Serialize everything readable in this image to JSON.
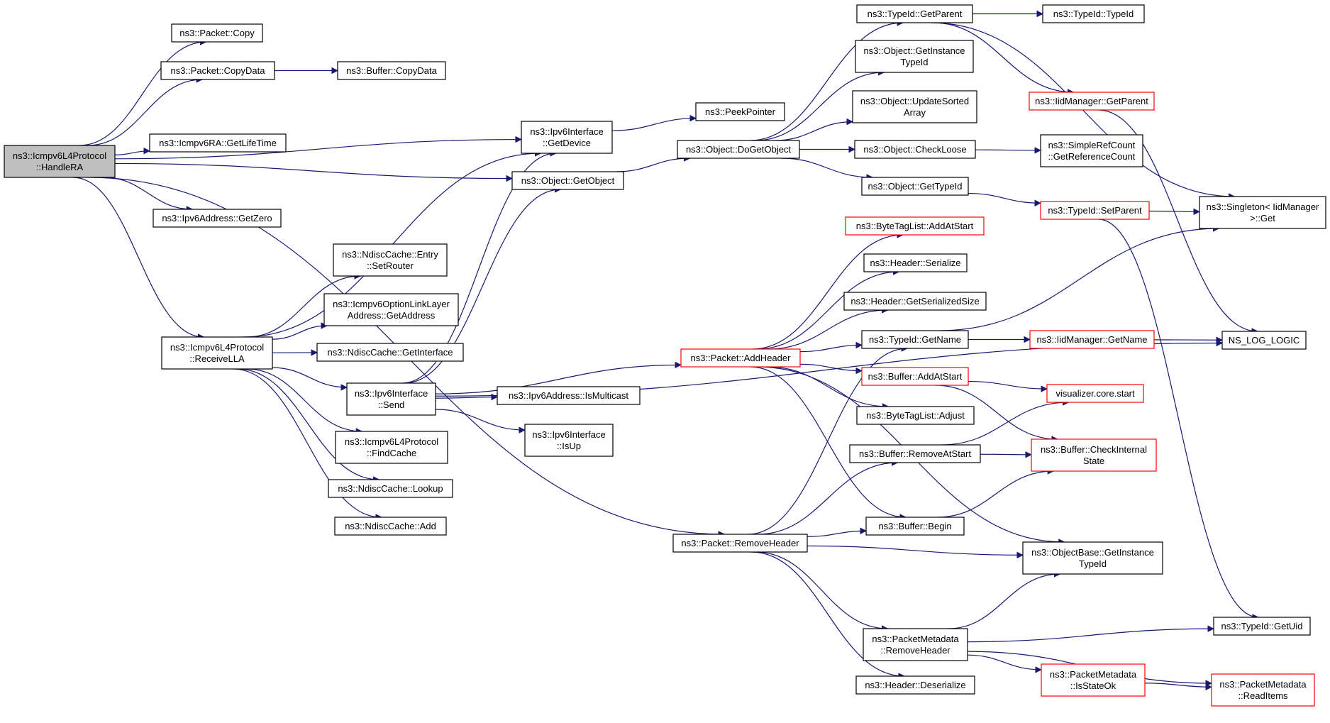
{
  "colors": {
    "edge": "#191970",
    "box_default": "#000000",
    "box_incomplete": "#ff0000",
    "root_fill": "#bfbfbf"
  },
  "nodes": {
    "handlera": {
      "lines": [
        "ns3::Icmpv6L4Protocol",
        "::HandleRA"
      ],
      "style": "root"
    },
    "pcopy": {
      "lines": [
        "ns3::Packet::Copy"
      ],
      "style": "normal"
    },
    "pcopydata": {
      "lines": [
        "ns3::Packet::CopyData"
      ],
      "style": "normal"
    },
    "bcopydata": {
      "lines": [
        "ns3::Buffer::CopyData"
      ],
      "style": "normal"
    },
    "ragetlt": {
      "lines": [
        "ns3::Icmpv6RA::GetLifeTime"
      ],
      "style": "normal"
    },
    "ip6getzero": {
      "lines": [
        "ns3::Ipv6Address::GetZero"
      ],
      "style": "normal"
    },
    "receivella": {
      "lines": [
        "ns3::Icmpv6L4Protocol",
        "::ReceiveLLA"
      ],
      "style": "normal"
    },
    "setrouter": {
      "lines": [
        "ns3::NdiscCache::Entry",
        "::SetRouter"
      ],
      "style": "normal"
    },
    "optgetaddr": {
      "lines": [
        "ns3::Icmpv6OptionLinkLayer",
        "Address::GetAddress"
      ],
      "style": "normal"
    },
    "ndgetif": {
      "lines": [
        "ns3::NdiscCache::GetInterface"
      ],
      "style": "normal"
    },
    "ifsend": {
      "lines": [
        "ns3::Ipv6Interface",
        "::Send"
      ],
      "style": "normal"
    },
    "findcache": {
      "lines": [
        "ns3::Icmpv6L4Protocol",
        "::FindCache"
      ],
      "style": "normal"
    },
    "ndlookup": {
      "lines": [
        "ns3::NdiscCache::Lookup"
      ],
      "style": "normal"
    },
    "ndadd": {
      "lines": [
        "ns3::NdiscCache::Add"
      ],
      "style": "normal"
    },
    "ifgetdev": {
      "lines": [
        "ns3::Ipv6Interface",
        "::GetDevice"
      ],
      "style": "normal"
    },
    "ogetobj": {
      "lines": [
        "ns3::Object::GetObject"
      ],
      "style": "normal"
    },
    "ismulti": {
      "lines": [
        "ns3::Ipv6Address::IsMulticast"
      ],
      "style": "normal"
    },
    "isup": {
      "lines": [
        "ns3::Ipv6Interface",
        "::IsUp"
      ],
      "style": "normal"
    },
    "peekptr": {
      "lines": [
        "ns3::PeekPointer"
      ],
      "style": "normal"
    },
    "dogetobj": {
      "lines": [
        "ns3::Object::DoGetObject"
      ],
      "style": "normal"
    },
    "addheader": {
      "lines": [
        "ns3::Packet::AddHeader"
      ],
      "style": "red"
    },
    "removeheader": {
      "lines": [
        "ns3::Packet::RemoveHeader"
      ],
      "style": "normal"
    },
    "tgetparent": {
      "lines": [
        "ns3::TypeId::GetParent"
      ],
      "style": "normal"
    },
    "ttypeid": {
      "lines": [
        "ns3::TypeId::TypeId"
      ],
      "style": "normal"
    },
    "ogetinst": {
      "lines": [
        "ns3::Object::GetInstance",
        "TypeId"
      ],
      "style": "normal"
    },
    "oupdsort": {
      "lines": [
        "ns3::Object::UpdateSorted",
        "Array"
      ],
      "style": "normal"
    },
    "ochkloose": {
      "lines": [
        "ns3::Object::CheckLoose"
      ],
      "style": "normal"
    },
    "ogettid": {
      "lines": [
        "ns3::Object::GetTypeId"
      ],
      "style": "normal"
    },
    "btaddatstart": {
      "lines": [
        "ns3::ByteTagList::AddAtStart"
      ],
      "style": "red"
    },
    "hserialize": {
      "lines": [
        "ns3::Header::Serialize"
      ],
      "style": "normal"
    },
    "hgetsersize": {
      "lines": [
        "ns3::Header::GetSerializedSize"
      ],
      "style": "normal"
    },
    "tgetname": {
      "lines": [
        "ns3::TypeId::GetName"
      ],
      "style": "normal"
    },
    "baddatstart": {
      "lines": [
        "ns3::Buffer::AddAtStart"
      ],
      "style": "red"
    },
    "btadjust": {
      "lines": [
        "ns3::ByteTagList::Adjust"
      ],
      "style": "normal"
    },
    "bremoveatstart": {
      "lines": [
        "ns3::Buffer::RemoveAtStart"
      ],
      "style": "normal"
    },
    "bbegin": {
      "lines": [
        "ns3::Buffer::Begin"
      ],
      "style": "normal"
    },
    "pmremovehdr": {
      "lines": [
        "ns3::PacketMetadata",
        "::RemoveHeader"
      ],
      "style": "normal"
    },
    "hdeserialize": {
      "lines": [
        "ns3::Header::Deserialize"
      ],
      "style": "normal"
    },
    "iidgetparent": {
      "lines": [
        "ns3::IidManager::GetParent"
      ],
      "style": "red"
    },
    "srcgetref": {
      "lines": [
        "ns3::SimpleRefCount",
        "::GetReferenceCount"
      ],
      "style": "normal"
    },
    "tsetparent": {
      "lines": [
        "ns3::TypeId::SetParent"
      ],
      "style": "red"
    },
    "iidgetname": {
      "lines": [
        "ns3::IidManager::GetName"
      ],
      "style": "red"
    },
    "vizstart": {
      "lines": [
        "visualizer.core.start"
      ],
      "style": "red"
    },
    "bchkint": {
      "lines": [
        "ns3::Buffer::CheckInternal",
        "State"
      ],
      "style": "red"
    },
    "obgetinst": {
      "lines": [
        "ns3::ObjectBase::GetInstance",
        "TypeId"
      ],
      "style": "normal"
    },
    "pmisstateok": {
      "lines": [
        "ns3::PacketMetadata",
        "::IsStateOk"
      ],
      "style": "red"
    },
    "singletonget": {
      "lines": [
        "ns3::Singleton< IidManager",
        ">::Get"
      ],
      "style": "normal"
    },
    "nslog": {
      "lines": [
        "NS_LOG_LOGIC"
      ],
      "style": "normal"
    },
    "tgetuid": {
      "lines": [
        "ns3::TypeId::GetUid"
      ],
      "style": "normal"
    },
    "pmreaditems": {
      "lines": [
        "ns3::PacketMetadata",
        "::ReadItems"
      ],
      "style": "red"
    }
  }
}
